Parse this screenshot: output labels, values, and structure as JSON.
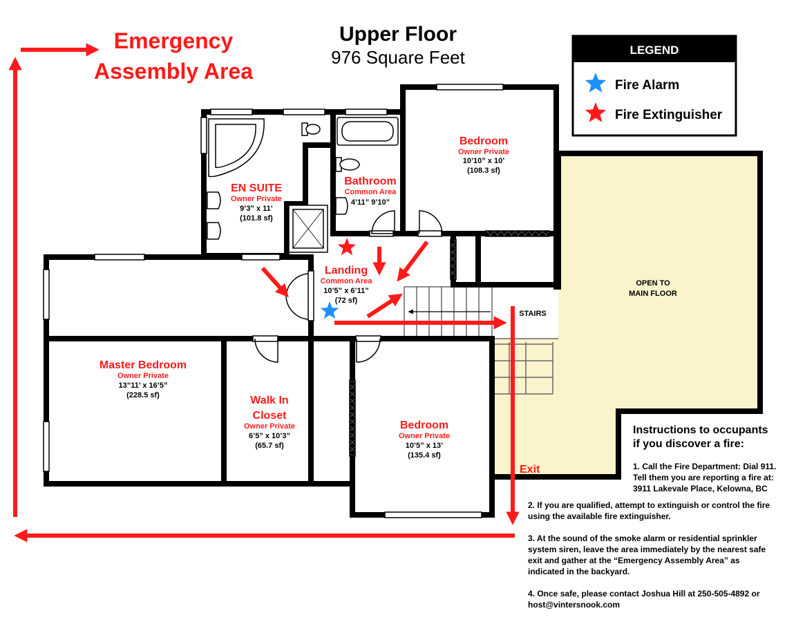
{
  "header": {
    "title": "Upper Floor",
    "subtitle": "976 Square Feet",
    "assembly_line1": "Emergency",
    "assembly_line2": "Assembly Area"
  },
  "legend": {
    "title": "LEGEND",
    "items": [
      {
        "label": "Fire Alarm",
        "icon": "blue-star",
        "color": "#1e90ff"
      },
      {
        "label": "Fire Extinguisher",
        "icon": "red-star",
        "color": "#ff1a1a"
      }
    ]
  },
  "rooms": {
    "en_suite": {
      "name": "EN  SUITE",
      "access": "Owner Private",
      "dims": "9’3” x 11’",
      "area": "(101.8 sf)"
    },
    "bathroom": {
      "name": "Bathroom",
      "access": "Common Area",
      "dims": "4’11” 9’10”"
    },
    "bedroom_top": {
      "name": "Bedroom",
      "access": "Owner Private",
      "dims": "10’10” x 10’",
      "area": "(108.3 sf)"
    },
    "landing": {
      "name": "Landing",
      "access": "Common Area",
      "dims": "10’5” x 6’11”",
      "area": "(72 sf)"
    },
    "master": {
      "name": "Master Bedroom",
      "access": "Owner Private",
      "dims": "13”11’ x 16’5”",
      "area": "(228.5 sf)"
    },
    "closet": {
      "name1": "Walk In",
      "name2": "Closet",
      "access": "Owner Private",
      "dims": "6’5” x 10’3”",
      "area": "(65.7 sf)"
    },
    "bedroom_bottom": {
      "name": "Bedroom",
      "access": "Owner Private",
      "dims": "10’5” x 13’",
      "area": "(135.4 sf)"
    },
    "open": {
      "line1": "OPEN TO",
      "line2": "MAIN FLOOR"
    },
    "stairs": "STAIRS",
    "exit": "Exit"
  },
  "instructions": {
    "title1": "Instructions to occupants",
    "title2": "if you discover a fire:",
    "step1": [
      "1. Call the Fire Department: Dial 911.",
      "Tell them you are reporting a fire at:",
      "3911 Lakevale Place, Kelowna, BC"
    ],
    "step2": [
      "2. If you are qualified, attempt to extinguish or control the fire",
      "using the available fire extinguisher."
    ],
    "step3": [
      "3. At the sound of the smoke alarm or residential sprinkler",
      "system siren, leave the area immediately by the nearest safe",
      "exit and gather at the “Emergency Assembly Area” as",
      "indicated in the backyard."
    ],
    "step4": [
      "4. Once safe, please contact Joshua Hill at 250-505-4892 or",
      "host@vintersnook.com"
    ]
  },
  "colors": {
    "wall": "#000000",
    "red": "#ff1a1a",
    "blue": "#1e90ff",
    "open_fill": "#faf3cc"
  }
}
